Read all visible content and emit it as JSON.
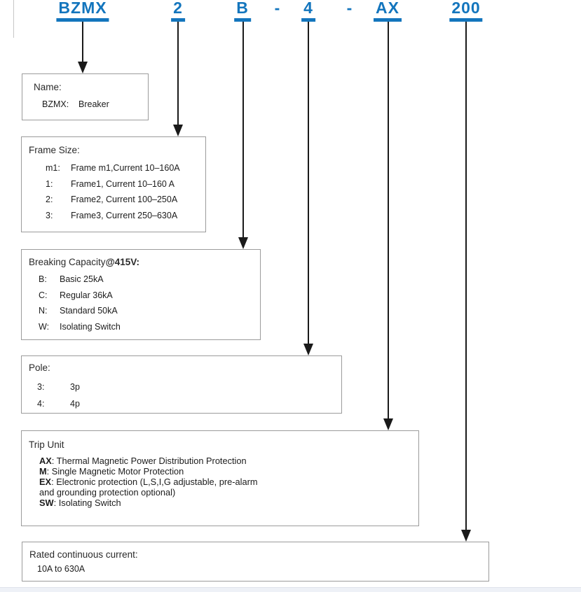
{
  "colors": {
    "accent_blue": "#1375bd",
    "arrow_black": "#1a1a1a",
    "box_border": "#9b9b9b",
    "footer_bar": "#eef1f7"
  },
  "model_code": {
    "segments": [
      {
        "label": "BZMX"
      },
      {
        "label": "2"
      },
      {
        "label": "B"
      },
      {
        "label": "-"
      },
      {
        "label": "4"
      },
      {
        "label": "-"
      },
      {
        "label": "AX"
      },
      {
        "label": "200"
      }
    ]
  },
  "boxes": {
    "name": {
      "title": "Name:",
      "items": [
        {
          "code": "BZMX:",
          "desc": "Breaker"
        }
      ]
    },
    "frame_size": {
      "title": "Frame Size:",
      "items": [
        {
          "code": "m1:",
          "desc": "Frame m1,Current 10–160A"
        },
        {
          "code": "1:",
          "desc": "Frame1, Current 10–160 A"
        },
        {
          "code": "2:",
          "desc": "Frame2, Current 100–250A"
        },
        {
          "code": "3:",
          "desc": "Frame3, Current 250–630A"
        }
      ]
    },
    "breaking_capacity": {
      "title_regular": "Breaking Capacity",
      "title_bold": "@415V:",
      "items": [
        {
          "code": "B:",
          "desc": "Basic 25kA"
        },
        {
          "code": "C:",
          "desc": "Regular 36kA"
        },
        {
          "code": "N:",
          "desc": "Standard 50kA"
        },
        {
          "code": "W:",
          "desc": "Isolating Switch"
        }
      ]
    },
    "pole": {
      "title": "Pole:",
      "items": [
        {
          "code": "3:",
          "desc": "3p"
        },
        {
          "code": "4:",
          "desc": "4p"
        }
      ]
    },
    "trip_unit": {
      "title": "Trip Unit",
      "items": [
        {
          "code": "AX",
          "desc": ": Thermal Magnetic Power Distribution Protection"
        },
        {
          "code": "M",
          "desc": ": Single Magnetic Motor Protection"
        },
        {
          "code": "EX",
          "desc": ": Electronic protection (L,S,I,G adjustable, pre-alarm"
        },
        {
          "code": "",
          "desc": "and grounding protection optional)"
        },
        {
          "code": "SW",
          "desc": ": Isolating Switch"
        }
      ]
    },
    "rated_current": {
      "title": "Rated continuous current:",
      "items": [
        {
          "code": "",
          "desc": "10A to 630A"
        }
      ]
    }
  }
}
